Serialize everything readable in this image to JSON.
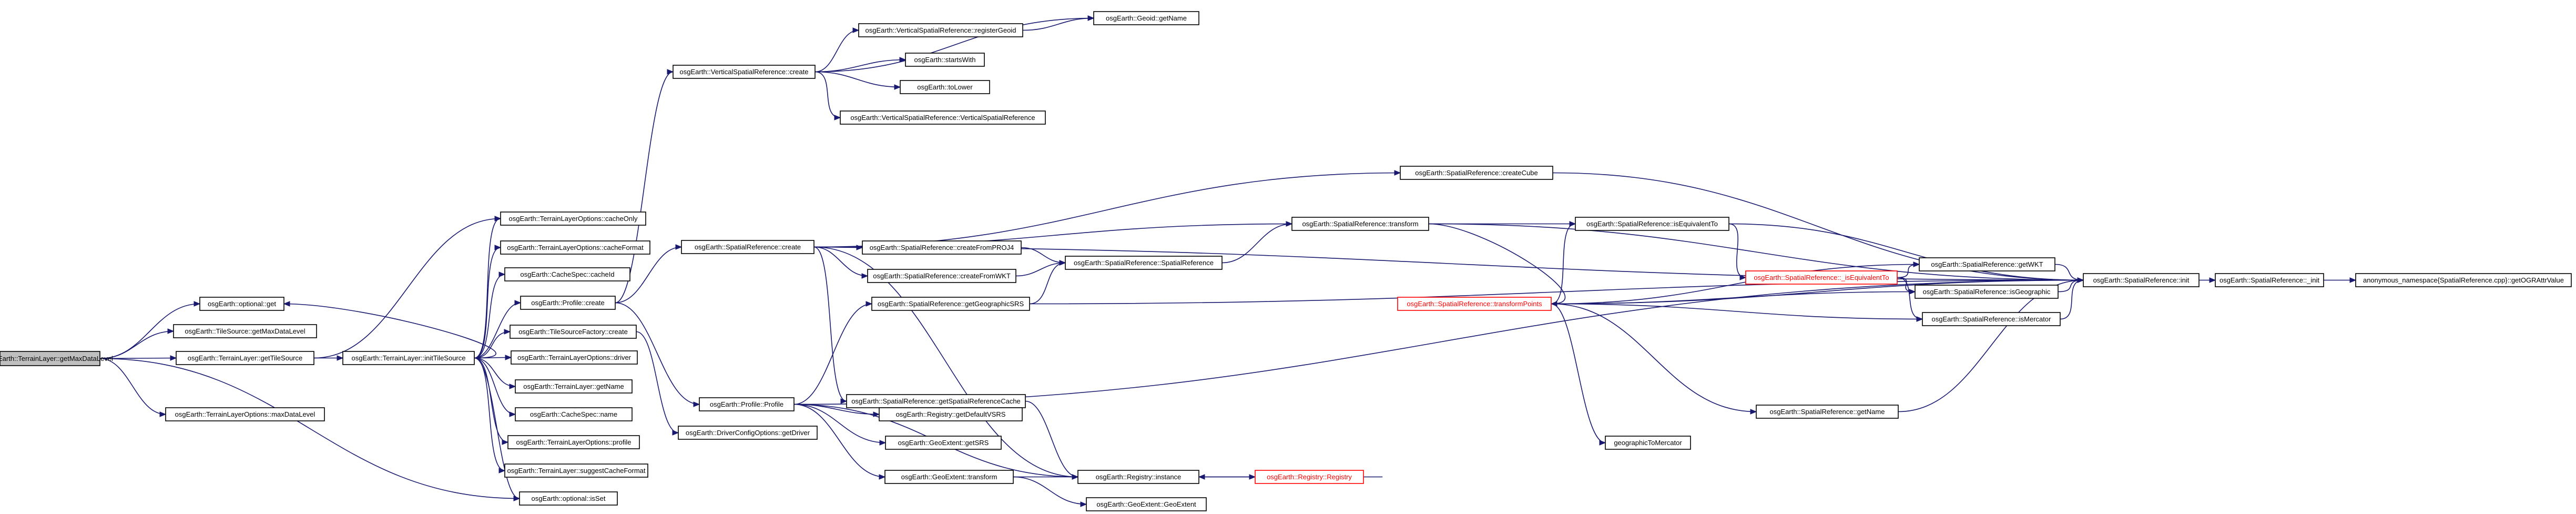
{
  "graph": {
    "node_color": "#000000",
    "root_fill": "#bfbfbf",
    "highlight_color": "#ff0000",
    "edge_color": "#191970",
    "nodes": [
      {
        "id": "root",
        "label": "osgEarth::TerrainLayer::getMaxDataLevel",
        "root": true
      },
      {
        "id": "optget",
        "label": "osgEarth::optional::get"
      },
      {
        "id": "tsmaxdl",
        "label": "osgEarth::TileSource::getMaxDataLevel"
      },
      {
        "id": "gettilesource",
        "label": "osgEarth::TerrainLayer::getTileSource"
      },
      {
        "id": "tlomaxdl",
        "label": "osgEarth::TerrainLayerOptions::maxDataLevel"
      },
      {
        "id": "inittile",
        "label": "osgEarth::TerrainLayer::initTileSource"
      },
      {
        "id": "cacheonly",
        "label": "osgEarth::TerrainLayerOptions::cacheOnly"
      },
      {
        "id": "cacheformat",
        "label": "osgEarth::TerrainLayerOptions::cacheFormat"
      },
      {
        "id": "cacheid",
        "label": "osgEarth::CacheSpec::cacheId"
      },
      {
        "id": "profilecreate",
        "label": "osgEarth::Profile::create"
      },
      {
        "id": "tsfcreate",
        "label": "osgEarth::TileSourceFactory::create"
      },
      {
        "id": "tlodriver",
        "label": "osgEarth::TerrainLayerOptions::driver"
      },
      {
        "id": "tlgetname",
        "label": "osgEarth::TerrainLayer::getName"
      },
      {
        "id": "csname",
        "label": "osgEarth::CacheSpec::name"
      },
      {
        "id": "tloprofile",
        "label": "osgEarth::TerrainLayerOptions::profile"
      },
      {
        "id": "suggestcf",
        "label": "osgEarth::TerrainLayer::suggestCacheFormat"
      },
      {
        "id": "optisset",
        "label": "osgEarth::optional::isSet"
      },
      {
        "id": "vsrcreate",
        "label": "osgEarth::VerticalSpatialReference::create"
      },
      {
        "id": "srcreate",
        "label": "osgEarth::SpatialReference::create"
      },
      {
        "id": "profileprofile",
        "label": "osgEarth::Profile::Profile"
      },
      {
        "id": "dcogetdriver",
        "label": "osgEarth::DriverConfigOptions::getDriver"
      },
      {
        "id": "vsrregister",
        "label": "osgEarth::VerticalSpatialReference::registerGeoid"
      },
      {
        "id": "startswith",
        "label": "osgEarth::startsWith"
      },
      {
        "id": "tolower",
        "label": "osgEarth::toLower"
      },
      {
        "id": "vsrctor",
        "label": "osgEarth::VerticalSpatialReference::VerticalSpatialReference"
      },
      {
        "id": "geoidgetname",
        "label": "osgEarth::Geoid::getName"
      },
      {
        "id": "srcreatecube",
        "label": "osgEarth::SpatialReference::createCube"
      },
      {
        "id": "srtransform",
        "label": "osgEarth::SpatialReference::transform"
      },
      {
        "id": "srfromproj4",
        "label": "osgEarth::SpatialReference::createFromPROJ4"
      },
      {
        "id": "srfromwkt",
        "label": "osgEarth::SpatialReference::createFromWKT"
      },
      {
        "id": "srctor",
        "label": "osgEarth::SpatialReference::SpatialReference"
      },
      {
        "id": "srgetgeosrs",
        "label": "osgEarth::SpatialReference::getGeographicSRS"
      },
      {
        "id": "srgetcache",
        "label": "osgEarth::SpatialReference::getSpatialReferenceCache"
      },
      {
        "id": "reggetdefault",
        "label": "osgEarth::Registry::getDefaultVSRS"
      },
      {
        "id": "gegetsrs",
        "label": "osgEarth::GeoExtent::getSRS"
      },
      {
        "id": "getransform",
        "label": "osgEarth::GeoExtent::transform"
      },
      {
        "id": "reginstance",
        "label": "osgEarth::Registry::instance"
      },
      {
        "id": "gector",
        "label": "osgEarth::GeoExtent::GeoExtent"
      },
      {
        "id": "regctor",
        "label": "osgEarth::Registry::Registry",
        "red": true
      },
      {
        "id": "srtranspoints",
        "label": "osgEarth::SpatialReference::transformPoints",
        "red": true
      },
      {
        "id": "srisequiv",
        "label": "osgEarth::SpatialReference::isEquivalentTo"
      },
      {
        "id": "srisequivpriv",
        "label": "osgEarth::SpatialReference::_isEquivalentTo",
        "red": true
      },
      {
        "id": "srgetwkt",
        "label": "osgEarth::SpatialReference::getWKT"
      },
      {
        "id": "srisgeo",
        "label": "osgEarth::SpatialReference::isGeographic"
      },
      {
        "id": "srismerc",
        "label": "osgEarth::SpatialReference::isMercator"
      },
      {
        "id": "srgetname",
        "label": "osgEarth::SpatialReference::getName"
      },
      {
        "id": "geotomerc",
        "label": "geographicToMercator"
      },
      {
        "id": "srinit",
        "label": "osgEarth::SpatialReference::init"
      },
      {
        "id": "srinitpriv",
        "label": "osgEarth::SpatialReference::_init"
      },
      {
        "id": "anongetogr",
        "label": "anonymous_namespace{SpatialReference.cpp}::getOGRAttrValue"
      }
    ],
    "edges": [
      [
        "root",
        "optget"
      ],
      [
        "root",
        "tsmaxdl"
      ],
      [
        "root",
        "gettilesource"
      ],
      [
        "root",
        "tlomaxdl"
      ],
      [
        "root",
        "optisset"
      ],
      [
        "gettilesource",
        "inittile"
      ],
      [
        "gettilesource",
        "cacheonly"
      ],
      [
        "inittile",
        "cacheonly"
      ],
      [
        "inittile",
        "cacheformat"
      ],
      [
        "inittile",
        "cacheid"
      ],
      [
        "inittile",
        "profilecreate"
      ],
      [
        "inittile",
        "tsfcreate"
      ],
      [
        "inittile",
        "tlodriver"
      ],
      [
        "inittile",
        "tlgetname"
      ],
      [
        "inittile",
        "csname"
      ],
      [
        "inittile",
        "tloprofile"
      ],
      [
        "inittile",
        "suggestcf"
      ],
      [
        "inittile",
        "optisset"
      ],
      [
        "inittile",
        "optget"
      ],
      [
        "profilecreate",
        "vsrcreate"
      ],
      [
        "profilecreate",
        "srcreate"
      ],
      [
        "profilecreate",
        "profileprofile"
      ],
      [
        "tsfcreate",
        "dcogetdriver"
      ],
      [
        "vsrcreate",
        "vsrregister"
      ],
      [
        "vsrcreate",
        "geoidgetname"
      ],
      [
        "vsrcreate",
        "startswith"
      ],
      [
        "vsrcreate",
        "tolower"
      ],
      [
        "vsrcreate",
        "vsrctor"
      ],
      [
        "vsrregister",
        "geoidgetname"
      ],
      [
        "srcreate",
        "srcreatecube"
      ],
      [
        "srcreate",
        "srinit"
      ],
      [
        "srcreate",
        "srtransform"
      ],
      [
        "srcreate",
        "srfromproj4"
      ],
      [
        "srcreate",
        "srfromwkt"
      ],
      [
        "srcreate",
        "srgetcache"
      ],
      [
        "srcreate",
        "reginstance"
      ],
      [
        "profileprofile",
        "srgetgeosrs"
      ],
      [
        "profileprofile",
        "reggetdefault"
      ],
      [
        "profileprofile",
        "gegetsrs"
      ],
      [
        "profileprofile",
        "getransform"
      ],
      [
        "profileprofile",
        "reginstance"
      ],
      [
        "profileprofile",
        "srinit"
      ],
      [
        "srcreatecube",
        "srinit"
      ],
      [
        "srfromproj4",
        "srctor"
      ],
      [
        "srfromwkt",
        "srctor"
      ],
      [
        "srgetgeosrs",
        "srctor"
      ],
      [
        "srgetgeosrs",
        "srinit"
      ],
      [
        "srgetcache",
        "reginstance"
      ],
      [
        "srctor",
        "srtransform"
      ],
      [
        "srtransform",
        "srisequiv"
      ],
      [
        "srtransform",
        "srtranspoints"
      ],
      [
        "srtransform",
        "srinit"
      ],
      [
        "getransform",
        "gector"
      ],
      [
        "getransform",
        "reginstance"
      ],
      [
        "reginstance",
        "regctor"
      ],
      [
        "regctor",
        "reginstance"
      ],
      [
        "srtranspoints",
        "srisequiv"
      ],
      [
        "srtranspoints",
        "srgetwkt"
      ],
      [
        "srtranspoints",
        "srisgeo"
      ],
      [
        "srtranspoints",
        "srismerc"
      ],
      [
        "srtranspoints",
        "srgetname"
      ],
      [
        "srtranspoints",
        "geotomerc"
      ],
      [
        "srtranspoints",
        "srinit"
      ],
      [
        "srisequiv",
        "srisequivpriv"
      ],
      [
        "srisequiv",
        "srinit"
      ],
      [
        "srisequivpriv",
        "srgetwkt"
      ],
      [
        "srisequivpriv",
        "srisgeo"
      ],
      [
        "srisequivpriv",
        "srismerc"
      ],
      [
        "srgetwkt",
        "srinit"
      ],
      [
        "srisgeo",
        "srinit"
      ],
      [
        "srismerc",
        "srinit"
      ],
      [
        "srgetname",
        "srinit"
      ],
      [
        "srinit",
        "srinitpriv"
      ],
      [
        "srinitpriv",
        "anongetogr"
      ]
    ]
  }
}
